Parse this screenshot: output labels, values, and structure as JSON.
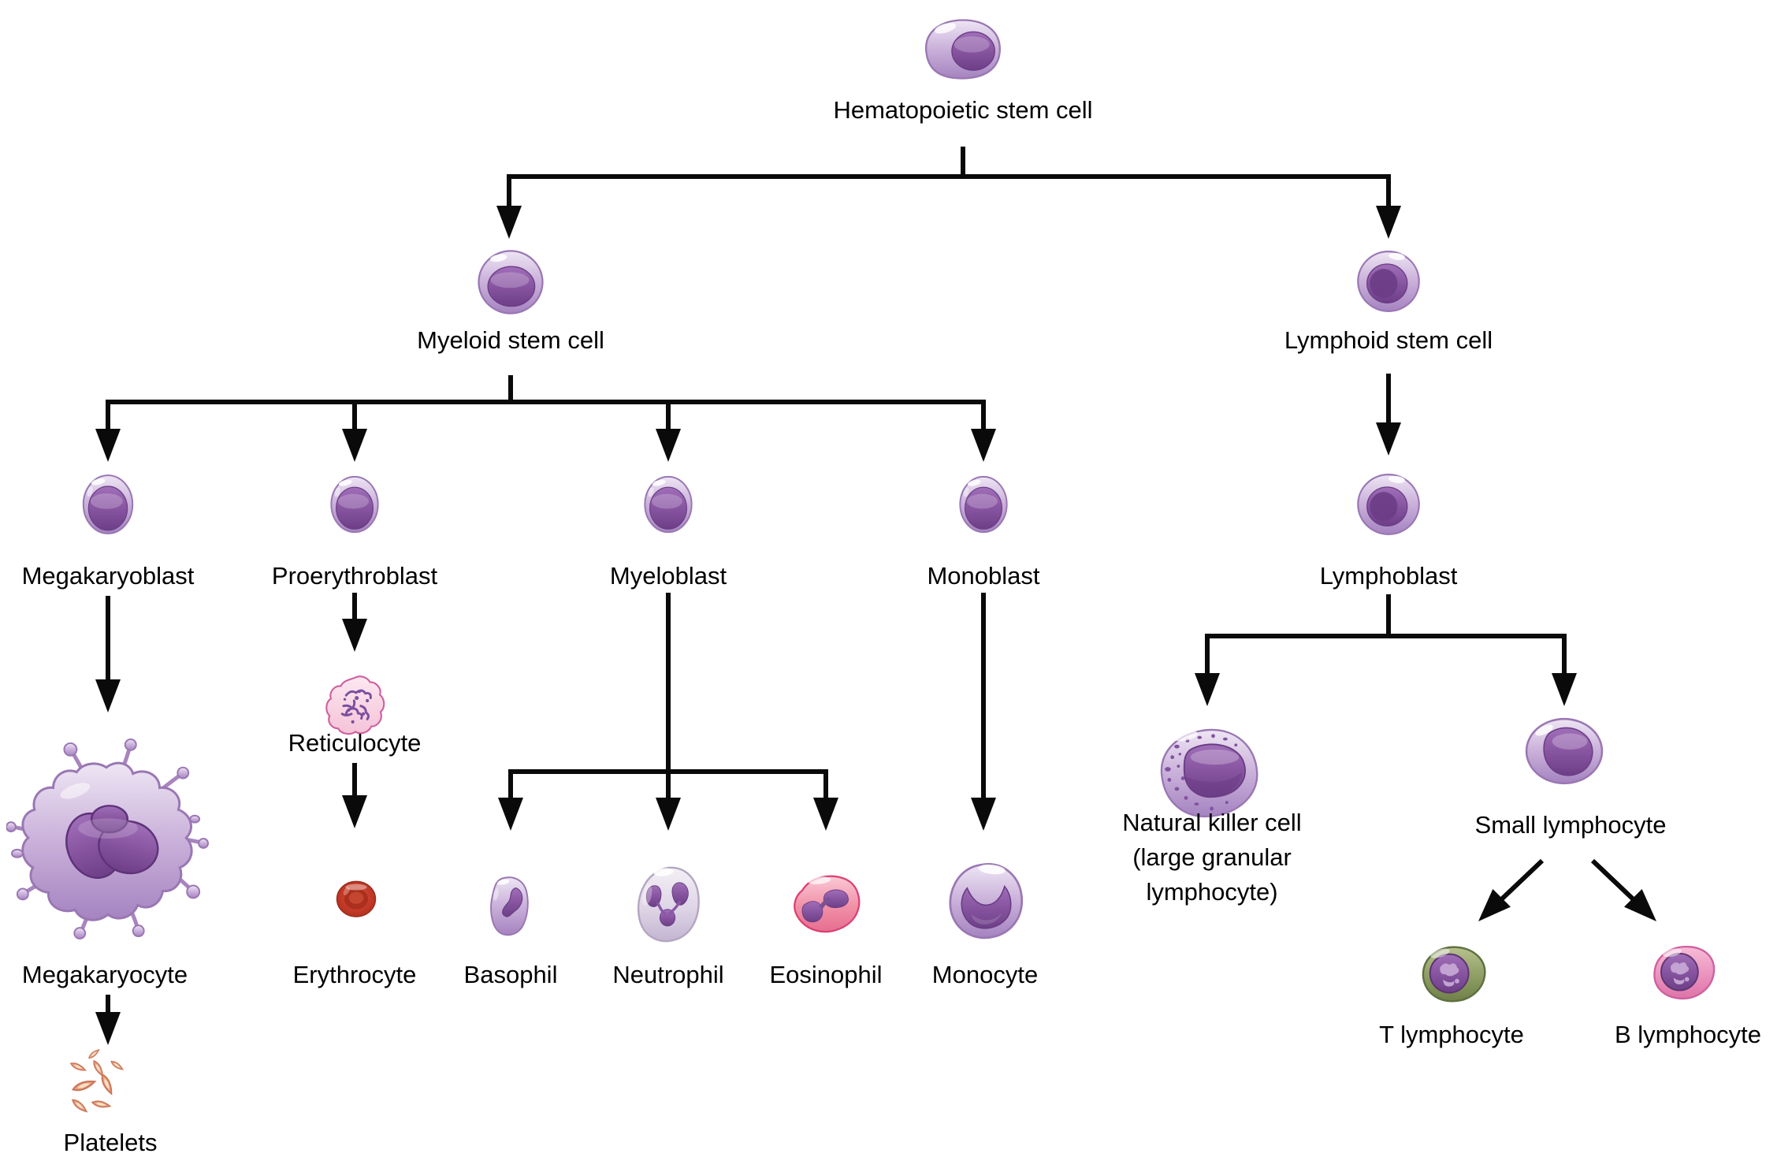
{
  "diagram": {
    "nodes": {
      "hematopoietic_stem_cell": {
        "label": "Hematopoietic stem cell"
      },
      "myeloid_stem_cell": {
        "label": "Myeloid stem cell"
      },
      "lymphoid_stem_cell": {
        "label": "Lymphoid stem cell"
      },
      "megakaryoblast": {
        "label": "Megakaryoblast"
      },
      "proerythroblast": {
        "label": "Proerythroblast"
      },
      "myeloblast": {
        "label": "Myeloblast"
      },
      "monoblast": {
        "label": "Monoblast"
      },
      "lymphoblast": {
        "label": "Lymphoblast"
      },
      "megakaryocyte": {
        "label": "Megakaryocyte"
      },
      "platelets": {
        "label": "Platelets"
      },
      "reticulocyte": {
        "label": "Reticulocyte"
      },
      "erythrocyte": {
        "label": "Erythrocyte"
      },
      "basophil": {
        "label": "Basophil"
      },
      "neutrophil": {
        "label": "Neutrophil"
      },
      "eosinophil": {
        "label": "Eosinophil"
      },
      "monocyte": {
        "label": "Monocyte"
      },
      "natural_killer_cell": {
        "lines": [
          "Natural killer cell",
          "(large granular",
          "lymphocyte)"
        ]
      },
      "small_lymphocyte": {
        "label": "Small lymphocyte"
      },
      "t_lymphocyte": {
        "label": "T lymphocyte"
      },
      "b_lymphocyte": {
        "label": "B lymphocyte"
      }
    },
    "edges": [
      {
        "from": "Hematopoietic stem cell",
        "to": "Myeloid stem cell"
      },
      {
        "from": "Hematopoietic stem cell",
        "to": "Lymphoid stem cell"
      },
      {
        "from": "Myeloid stem cell",
        "to": "Megakaryoblast"
      },
      {
        "from": "Myeloid stem cell",
        "to": "Proerythroblast"
      },
      {
        "from": "Myeloid stem cell",
        "to": "Myeloblast"
      },
      {
        "from": "Myeloid stem cell",
        "to": "Monoblast"
      },
      {
        "from": "Megakaryoblast",
        "to": "Megakaryocyte"
      },
      {
        "from": "Megakaryocyte",
        "to": "Platelets"
      },
      {
        "from": "Proerythroblast",
        "to": "Reticulocyte"
      },
      {
        "from": "Reticulocyte",
        "to": "Erythrocyte"
      },
      {
        "from": "Myeloblast",
        "to": "Basophil"
      },
      {
        "from": "Myeloblast",
        "to": "Neutrophil"
      },
      {
        "from": "Myeloblast",
        "to": "Eosinophil"
      },
      {
        "from": "Monoblast",
        "to": "Monocyte"
      },
      {
        "from": "Lymphoid stem cell",
        "to": "Lymphoblast"
      },
      {
        "from": "Lymphoblast",
        "to": "Natural killer cell (large granular lymphocyte)"
      },
      {
        "from": "Lymphoblast",
        "to": "Small lymphocyte"
      },
      {
        "from": "Small lymphocyte",
        "to": "T lymphocyte"
      },
      {
        "from": "Small lymphocyte",
        "to": "B lymphocyte"
      }
    ],
    "colors": {
      "cell_body_purple": "#c9b2d8",
      "nucleus_purple": "#7d4a94",
      "reticulocyte_pink": "#f5c3d8",
      "erythrocyte_red": "#c23927",
      "eosinophil_pink": "#f190a7",
      "neutrophil_pale": "#ded5e6",
      "platelet_salmon": "#e9a183",
      "t_lymphocyte_green": "#8d9d63",
      "b_lymphocyte_pink": "#ea92bd",
      "line_black": "#0a0a0a"
    }
  }
}
